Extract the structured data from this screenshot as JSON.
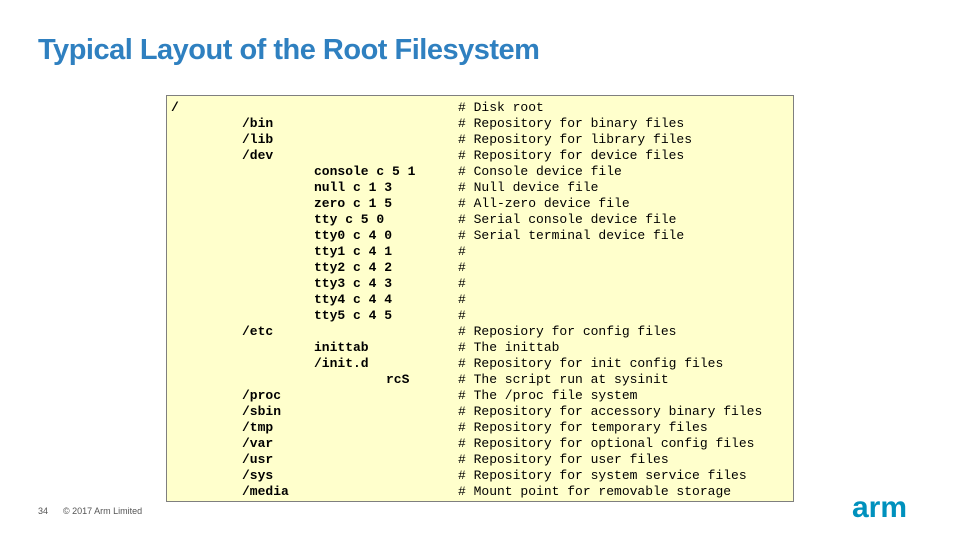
{
  "slide": {
    "title": "Typical Layout of the Root Filesystem",
    "page_number": "34",
    "copyright": "© 2017 Arm Limited",
    "logo_text": "arm",
    "colors": {
      "title": "#2f80c0",
      "code_background": "#ffffcc",
      "logo": "#0091bd"
    }
  },
  "code": {
    "lines": [
      {
        "level": 0,
        "path": "/",
        "comment": "# Disk root"
      },
      {
        "level": 1,
        "path": "/bin",
        "comment": "# Repository for binary files"
      },
      {
        "level": 1,
        "path": "/lib",
        "comment": "# Repository for library files"
      },
      {
        "level": 1,
        "path": "/dev",
        "comment": "# Repository for device files"
      },
      {
        "level": 2,
        "path": "console c 5 1",
        "comment": "# Console device file"
      },
      {
        "level": 2,
        "path": "null c 1 3",
        "comment": "# Null device file"
      },
      {
        "level": 2,
        "path": "zero c 1 5",
        "comment": "# All-zero device file"
      },
      {
        "level": 2,
        "path": "tty c 5 0",
        "comment": "# Serial console device file"
      },
      {
        "level": 2,
        "path": "tty0 c 4 0",
        "comment": "# Serial terminal device file"
      },
      {
        "level": 2,
        "path": "tty1 c 4 1",
        "comment": "#"
      },
      {
        "level": 2,
        "path": "tty2 c 4 2",
        "comment": "#"
      },
      {
        "level": 2,
        "path": "tty3 c 4 3",
        "comment": "#"
      },
      {
        "level": 2,
        "path": "tty4 c 4 4",
        "comment": "#"
      },
      {
        "level": 2,
        "path": "tty5 c 4 5",
        "comment": "#"
      },
      {
        "level": 1,
        "path": "/etc",
        "comment": "# Reposiory for config files"
      },
      {
        "level": 2,
        "path": "inittab",
        "comment": "# The inittab"
      },
      {
        "level": 2,
        "path": "/init.d",
        "comment": "# Repository for init config files"
      },
      {
        "level": 3,
        "path": "rcS",
        "comment": "# The script run at sysinit"
      },
      {
        "level": 1,
        "path": "/proc",
        "comment": "# The /proc file system"
      },
      {
        "level": 1,
        "path": "/sbin",
        "comment": "# Repository for accessory binary files"
      },
      {
        "level": 1,
        "path": "/tmp",
        "comment": "# Repository for temporary files"
      },
      {
        "level": 1,
        "path": "/var",
        "comment": "# Repository for optional config files"
      },
      {
        "level": 1,
        "path": "/usr",
        "comment": "# Repository for user files"
      },
      {
        "level": 1,
        "path": "/sys",
        "comment": "# Repository for system service files"
      },
      {
        "level": 1,
        "path": "/media",
        "comment": "# Mount point for removable storage"
      }
    ]
  }
}
